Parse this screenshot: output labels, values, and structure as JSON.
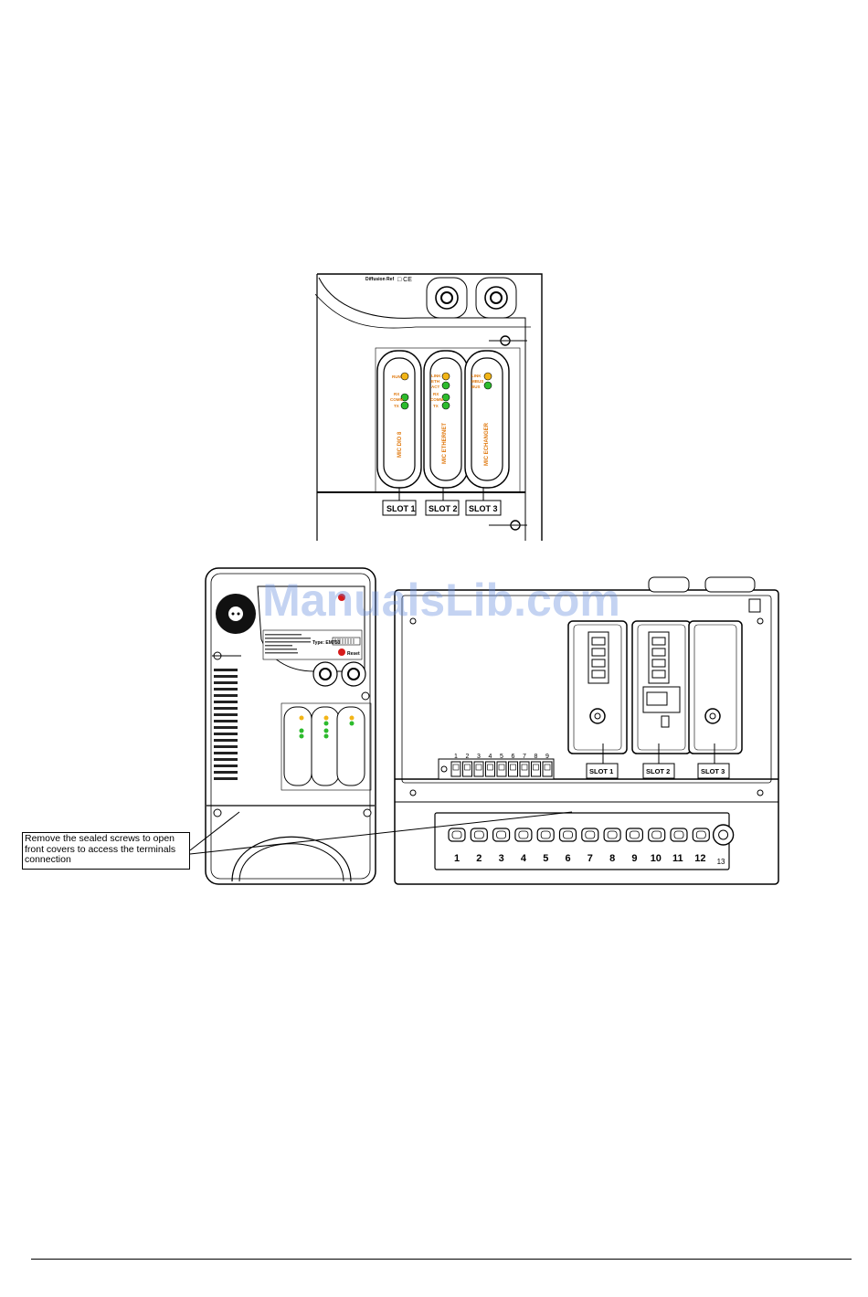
{
  "top_figure": {
    "header_text": "Diffusion Ref",
    "slots": [
      "SLOT 1",
      "SLOT 2",
      "SLOT 3"
    ],
    "modules": [
      {
        "name": "MIC  DIO 8",
        "leds": [
          "RUN",
          "RX",
          "COMM",
          "TX"
        ]
      },
      {
        "name": "MIC  ETHERNET",
        "leds": [
          "LINK",
          "ETH",
          "ACT",
          "RX",
          "COMM",
          "TX"
        ]
      },
      {
        "name": "MIC  ECHANGER",
        "leds": [
          "LINK",
          "MBUS",
          "BUS"
        ]
      }
    ]
  },
  "left_figure": {
    "type_label": "Type: EM750",
    "reset_label": "Reset"
  },
  "right_figure": {
    "slots": [
      "SLOT 1",
      "SLOT 2",
      "SLOT 3"
    ],
    "small_terminals": [
      "1",
      "2",
      "3",
      "4",
      "5",
      "6",
      "7",
      "8",
      "9"
    ],
    "terminals": [
      "1",
      "2",
      "3",
      "4",
      "5",
      "6",
      "7",
      "8",
      "9",
      "10",
      "11",
      "12",
      "13"
    ]
  },
  "callout": {
    "text": "Remove the sealed screws to open front covers to access the terminals connection"
  },
  "watermark": "ManualsLib.com"
}
